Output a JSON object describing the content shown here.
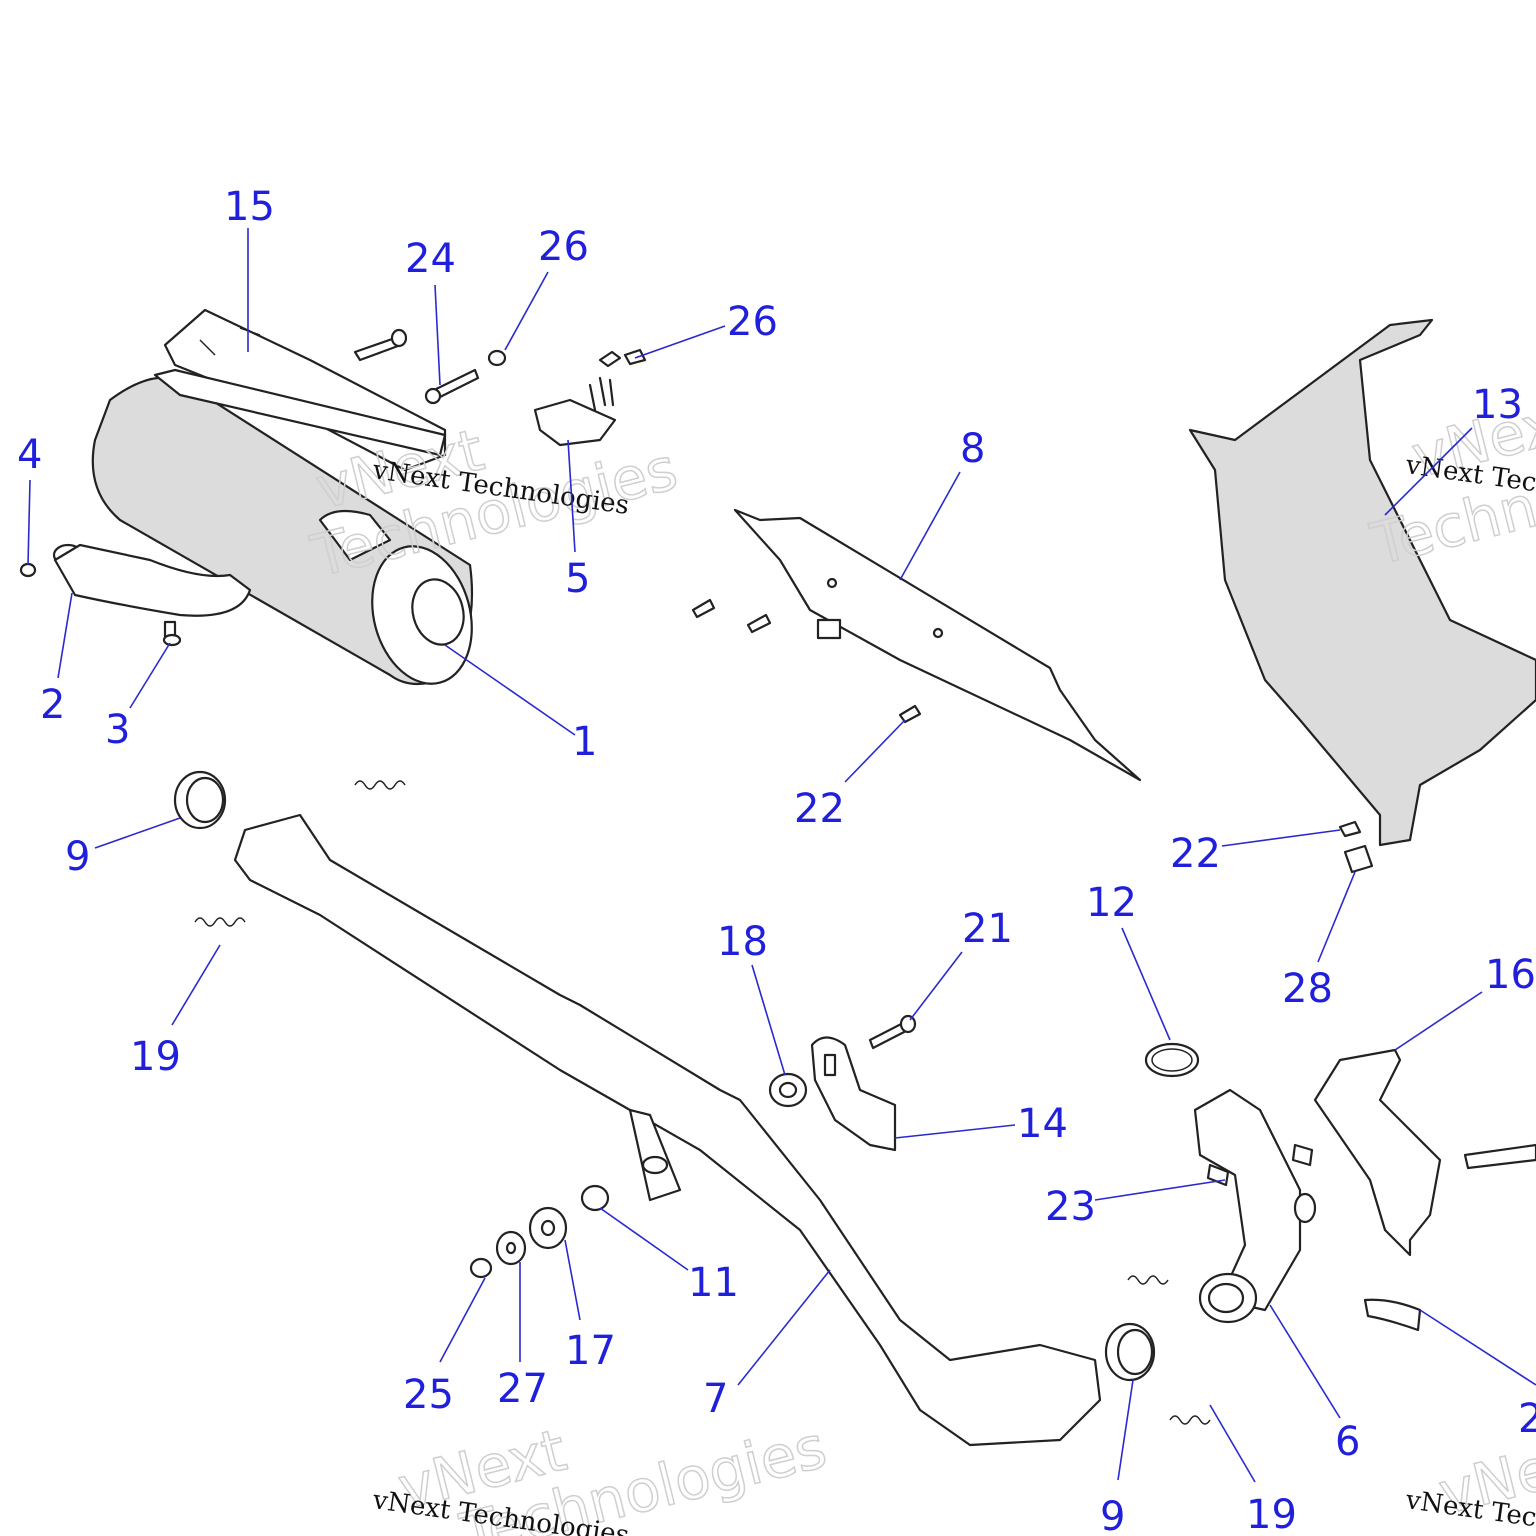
{
  "watermark": {
    "caption": "vNext Technologies",
    "logo_line1": "vNext",
    "logo_line2": "Technologies"
  },
  "callouts": {
    "c15": "15",
    "c24": "24",
    "c26a": "26",
    "c26b": "26",
    "c4": "4",
    "c2": "2",
    "c3": "3",
    "c1": "1",
    "c5": "5",
    "c8": "8",
    "c13": "13",
    "c22a": "22",
    "c22b": "22",
    "c28": "28",
    "c9a": "9",
    "c19a": "19",
    "c18": "18",
    "c21": "21",
    "c12": "12",
    "c16": "16",
    "c14": "14",
    "c23": "23",
    "c11": "11",
    "c17": "17",
    "c25": "25",
    "c27": "27",
    "c7": "7",
    "c9b": "9",
    "c19b": "19",
    "c6": "6",
    "c2x": "2"
  }
}
